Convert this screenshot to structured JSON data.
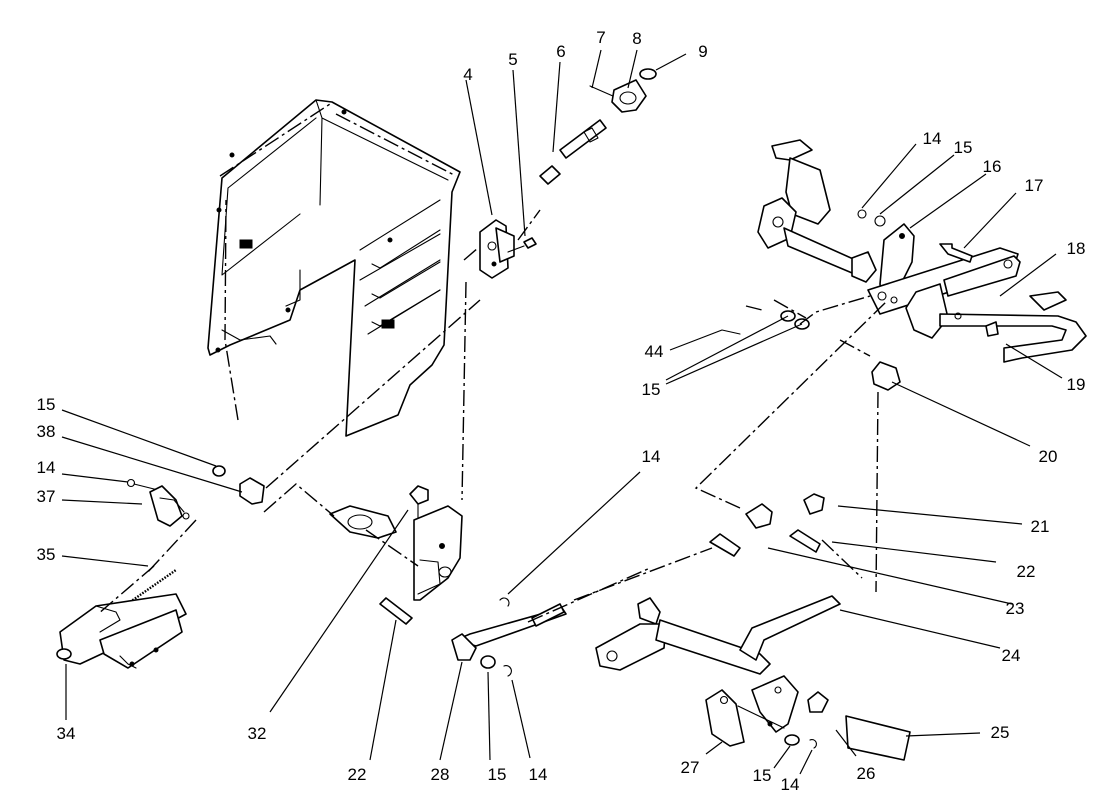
{
  "callouts": [
    {
      "id": "c4",
      "text": "4"
    },
    {
      "id": "c5",
      "text": "5"
    },
    {
      "id": "c6",
      "text": "6"
    },
    {
      "id": "c7",
      "text": "7"
    },
    {
      "id": "c8",
      "text": "8"
    },
    {
      "id": "c9",
      "text": "9"
    },
    {
      "id": "c14a",
      "text": "14"
    },
    {
      "id": "c15a",
      "text": "15"
    },
    {
      "id": "c16",
      "text": "16"
    },
    {
      "id": "c17",
      "text": "17"
    },
    {
      "id": "c18",
      "text": "18"
    },
    {
      "id": "c19",
      "text": "19"
    },
    {
      "id": "c44",
      "text": "44"
    },
    {
      "id": "c15b",
      "text": "15"
    },
    {
      "id": "c20",
      "text": "20"
    },
    {
      "id": "c15c",
      "text": "15"
    },
    {
      "id": "c38",
      "text": "38"
    },
    {
      "id": "c14b",
      "text": "14"
    },
    {
      "id": "c37",
      "text": "37"
    },
    {
      "id": "c35",
      "text": "35"
    },
    {
      "id": "c34",
      "text": "34"
    },
    {
      "id": "c32",
      "text": "32"
    },
    {
      "id": "c14c",
      "text": "14"
    },
    {
      "id": "c21",
      "text": "21"
    },
    {
      "id": "c22a",
      "text": "22"
    },
    {
      "id": "c23",
      "text": "23"
    },
    {
      "id": "c24",
      "text": "24"
    },
    {
      "id": "c25",
      "text": "25"
    },
    {
      "id": "c22b",
      "text": "22"
    },
    {
      "id": "c28",
      "text": "28"
    },
    {
      "id": "c15d",
      "text": "15"
    },
    {
      "id": "c14d",
      "text": "14"
    },
    {
      "id": "c27",
      "text": "27"
    },
    {
      "id": "c15e",
      "text": "15"
    },
    {
      "id": "c14e",
      "text": "14"
    },
    {
      "id": "c26",
      "text": "26"
    }
  ]
}
